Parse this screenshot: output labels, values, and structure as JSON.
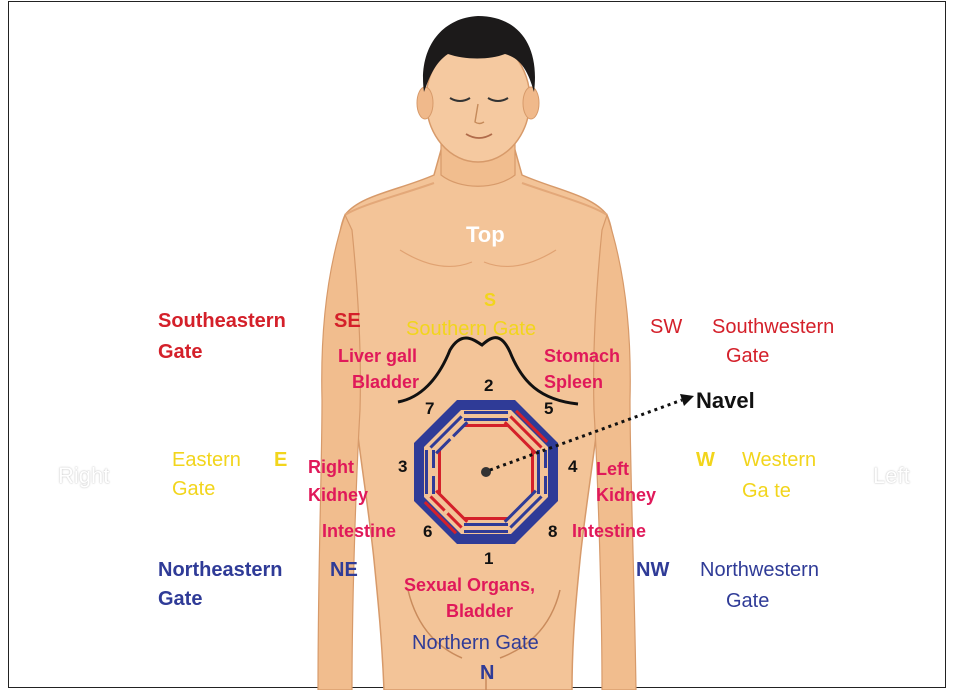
{
  "labels": {
    "top": "Top",
    "south_letter": "S",
    "south_gate": "Southern Gate",
    "southeast_gate": "Southeastern",
    "southeast_gate_2": "Gate",
    "southeast_code": "SE",
    "southwest_code": "SW",
    "southwest_gate": "Southwestern",
    "southwest_gate_2": "Gate",
    "east_gate": "Eastern",
    "east_gate_2": "Gate",
    "east_code": "E",
    "west_code": "W",
    "west_gate": "Western",
    "west_gate_2": "Ga te",
    "northeast_gate": "Northeastern",
    "northeast_gate_2": "Gate",
    "northeast_code": "NE",
    "northwest_code": "NW",
    "northwest_gate": "Northwestern",
    "northwest_gate_2": "Gate",
    "north_gate": "Northern Gate",
    "north_letter": "N",
    "right": "Right",
    "left": "Left",
    "navel": "Navel"
  },
  "organs": {
    "liver_gall": "Liver gall",
    "bladder_upper": "Bladder",
    "stomach": "Stomach",
    "spleen": "Spleen",
    "right_kidney_1": "Right",
    "right_kidney_2": "Kidney",
    "left_kidney_1": "Left",
    "left_kidney_2": "Kidney",
    "intestine_left": "Intestine",
    "intestine_right": "Intestine",
    "sexual_organs": "Sexual Organs,",
    "bladder_lower": "Bladder"
  },
  "numbers": {
    "n1": "1",
    "n2": "2",
    "n3": "3",
    "n4": "4",
    "n5": "5",
    "n6": "6",
    "n7": "7",
    "n8": "8"
  },
  "colors": {
    "skin": "#f3c498",
    "gate_red": "#d4202a",
    "organ_pink": "#e0195a",
    "gate_yellow": "#f2d51c",
    "gate_blue": "#2f3b97"
  }
}
